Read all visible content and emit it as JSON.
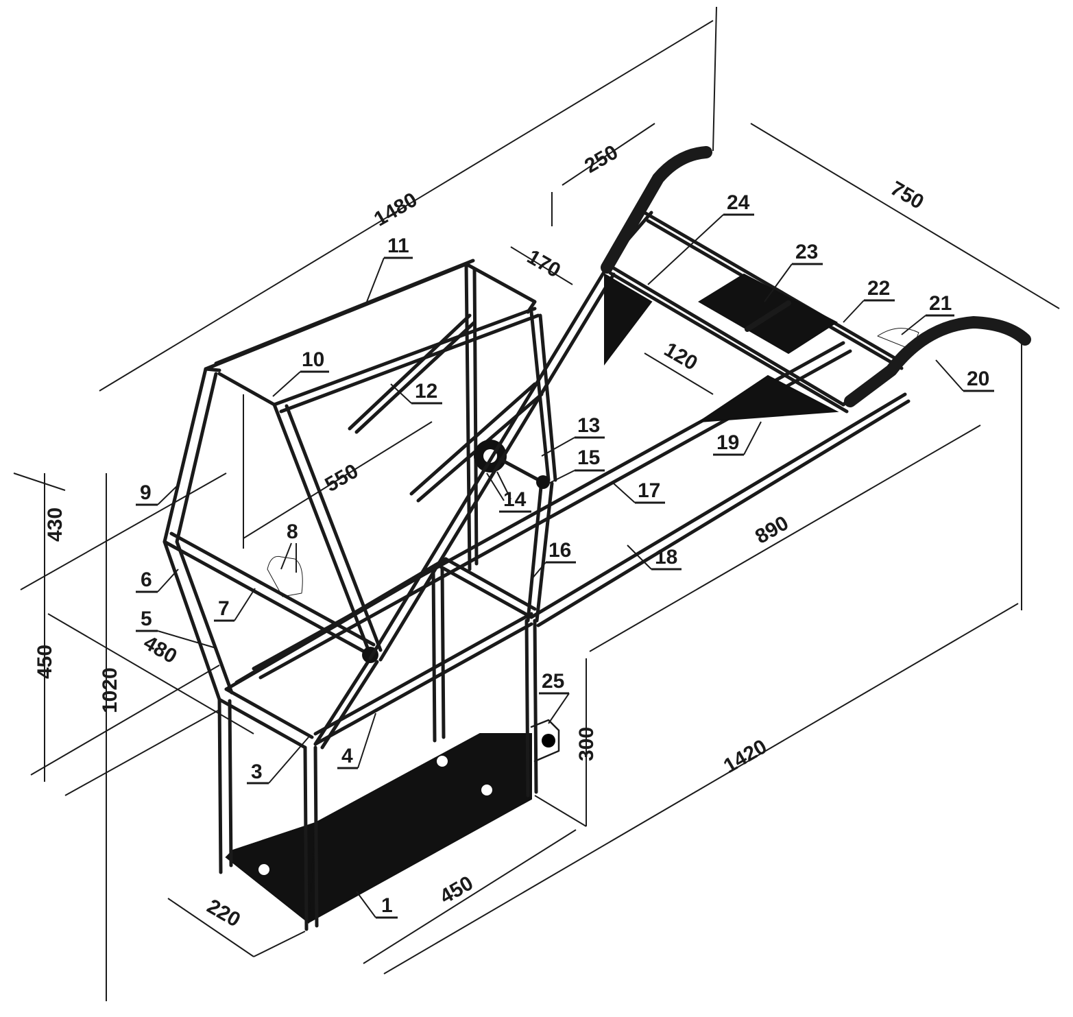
{
  "figure": {
    "colors": {
      "ink": "#1a1a1a",
      "plate": "#111111",
      "background": "#ffffff"
    },
    "callouts": [
      "1",
      "3",
      "4",
      "5",
      "6",
      "7",
      "8",
      "9",
      "10",
      "11",
      "12",
      "13",
      "14",
      "15",
      "16",
      "17",
      "18",
      "19",
      "20",
      "21",
      "22",
      "23",
      "24",
      "25"
    ],
    "dimensions": {
      "d1480": "1480",
      "d170": "170",
      "d250": "250",
      "d750": "750",
      "d120": "120",
      "d550": "550",
      "d890": "890",
      "d430": "430",
      "d450v": "450",
      "d1020": "1020",
      "d480": "480",
      "d300": "300",
      "d1420": "1420",
      "d450h": "450",
      "d220": "220"
    }
  }
}
